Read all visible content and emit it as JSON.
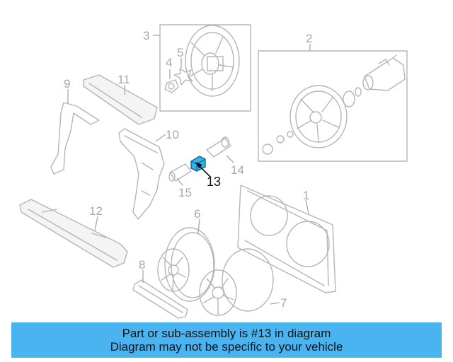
{
  "colors": {
    "highlight": "#36b3ec",
    "banner": "#4ab4f0",
    "line": "#b5b5b5"
  },
  "diagram": {
    "highlighted_part": "13",
    "callouts": {
      "c1": "1",
      "c2": "2",
      "c3": "3",
      "c4": "4",
      "c5": "5",
      "c6": "6",
      "c7": "7",
      "c8": "8",
      "c9": "9",
      "c10": "10",
      "c11": "11",
      "c12": "12",
      "c13": "13",
      "c14": "14",
      "c15": "15"
    }
  },
  "banner": {
    "line1": "Part or sub-assembly is #13 in diagram",
    "line2": "Diagram may not be specific to your vehicle"
  }
}
